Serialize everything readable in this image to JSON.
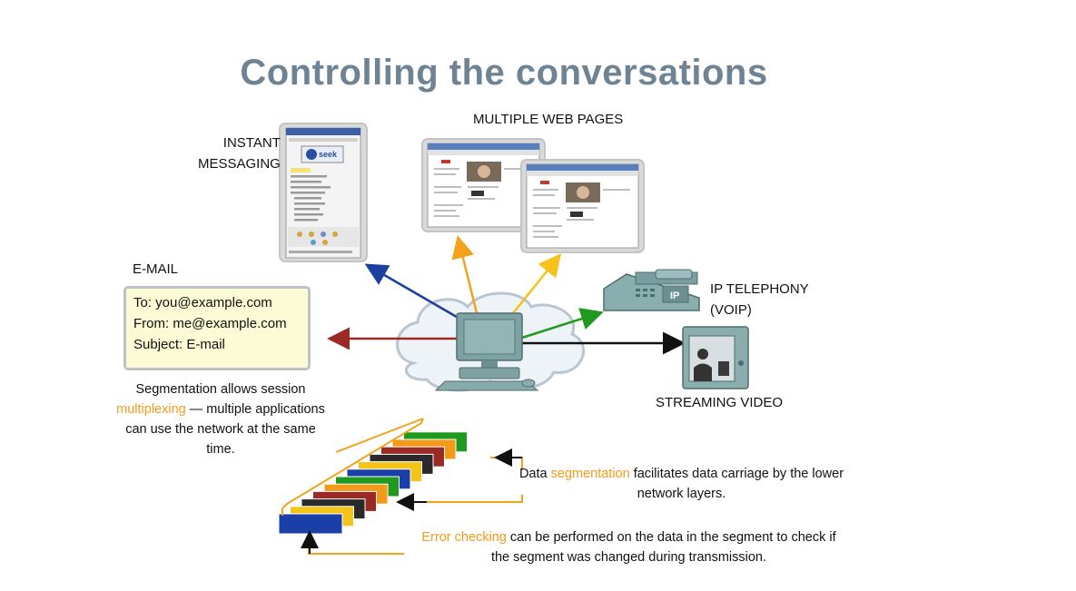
{
  "title": "Controlling the conversations",
  "labels": {
    "instant_messaging_1": "INSTANT",
    "instant_messaging_2": "MESSAGING",
    "multiple_web_pages": "MULTIPLE WEB PAGES",
    "email": "E-MAIL",
    "ip_telephony_1": "IP TELEPHONY",
    "ip_telephony_2": "(VOIP)",
    "streaming_video": "STREAMING VIDEO"
  },
  "email_box": {
    "to": "To: you@example.com",
    "from": "From: me@example.com",
    "subject": "Subject: E-mail"
  },
  "phone_label": "IP",
  "im_window": {
    "brand": "seek"
  },
  "captions": {
    "multiplexing": {
      "pre": "Segmentation allows session",
      "highlight": "multiplexing",
      "post": " — multiple applications",
      "line3": "can use the network at the same",
      "line4": "time."
    },
    "segmentation": {
      "pre": "Data ",
      "highlight": "segmentation",
      "post": " facilitates data carriage by the lower",
      "line2": "network layers."
    },
    "error_checking": {
      "highlight": "Error checking",
      "post": " can be performed on the data in the segment to check if",
      "line2": "the segment was changed during transmission."
    }
  },
  "colors": {
    "title": "#6e8394",
    "highlight": "#f39a1a",
    "arrow_im": "#1a3f9e",
    "arrow_web1": "#f4a21c",
    "arrow_web2": "#f6c21a",
    "arrow_email": "#9b2a24",
    "arrow_voip": "#1f9a1f",
    "arrow_video": "#111111"
  },
  "segment_colors": [
    "#1a3fa8",
    "#f4c418",
    "#2a2a2a",
    "#9b2a24",
    "#f49a1a",
    "#1f9a1f",
    "#1a3fa8",
    "#f4c418",
    "#2a2a2a",
    "#9b2a24",
    "#f49a1a",
    "#1f9a1f"
  ]
}
